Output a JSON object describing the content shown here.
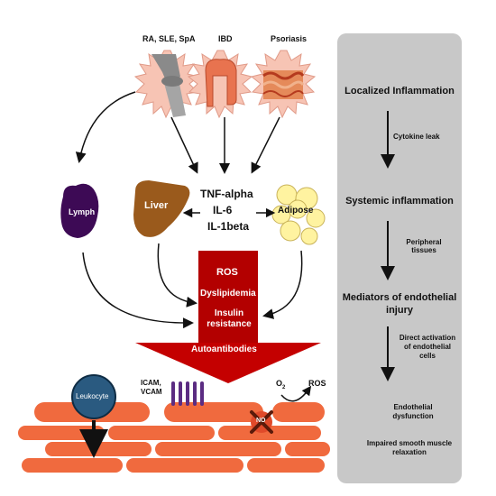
{
  "diseases": {
    "ra": "RA, SLE, SpA",
    "ibd": "IBD",
    "psoriasis": "Psoriasis"
  },
  "organs": {
    "lymph": "Lymph",
    "liver": "Liver",
    "adipose": "Adipose"
  },
  "cytokines": [
    "TNF-alpha",
    "IL-6",
    "IL-1beta"
  ],
  "center_box": {
    "items": [
      "ROS",
      "Dyslipidemia",
      "Insulin resistance"
    ],
    "arrow_label": "Autoantibodies"
  },
  "vessel": {
    "leukocyte": "Leukocyte",
    "adhesion": "ICAM,\nVCAM",
    "o2": "O",
    "o2_sub": "2",
    "ros": "ROS",
    "no": "NO"
  },
  "sidebar": {
    "localized": "Localized Inflammation",
    "cytokine_leak": "Cytokine leak",
    "systemic": "Systemic inflammation",
    "peripheral": "Peripheral\ntissues",
    "mediators": "Mediators of endothelial\ninjury",
    "direct": "Direct activation\nof endothelial\ncells",
    "endo_dys": "Endothelial\ndysfunction",
    "smooth": "Impaired smooth muscle\nrelaxation"
  },
  "colors": {
    "crimson": "#b30000",
    "liver": "#9a5a1c",
    "lymph": "#3d0a55",
    "adipose": "#fff3a0",
    "cell": "#f06a3e",
    "leukocyte": "#2a5a80",
    "adhesion": "#5b2c82",
    "sidebar": "#c8c8c8"
  }
}
